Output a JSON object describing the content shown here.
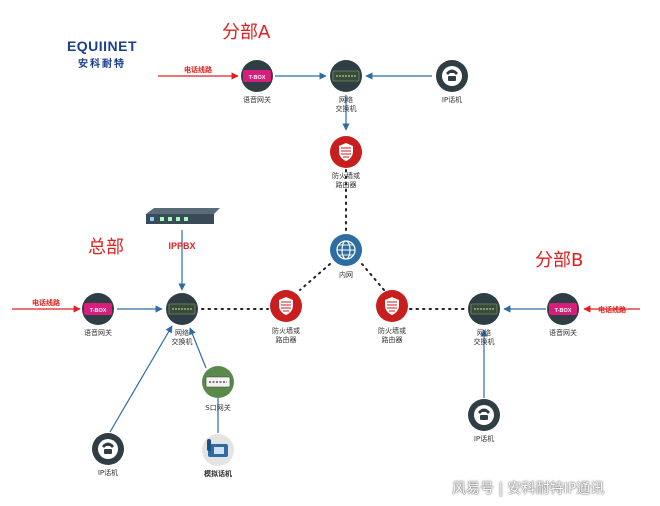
{
  "logo": {
    "en": "EQUIINET",
    "cn": "安科耐特"
  },
  "titles": {
    "branch_a": "分部A",
    "hq": "总部",
    "branch_b": "分部B"
  },
  "line_labels": {
    "phone_line": "电话线路"
  },
  "devices": {
    "voice_gateway": "语音网关",
    "switch_line1": "网络",
    "switch_line2": "交换机",
    "ip_phone": "IP话机",
    "firewall_line1": "防火墙或",
    "firewall_line2": "路由器",
    "intranet": "内网",
    "ippbx": "IPPBX",
    "s_port_gateway": "S口网关",
    "analog_phone": "模拟话机",
    "tbox": "T-BOX"
  },
  "watermark": "风易号 | 安科耐特IP通讯",
  "colors": {
    "red": "#e02020",
    "blue": "#2e6da4",
    "dark": "#2f3d45"
  }
}
